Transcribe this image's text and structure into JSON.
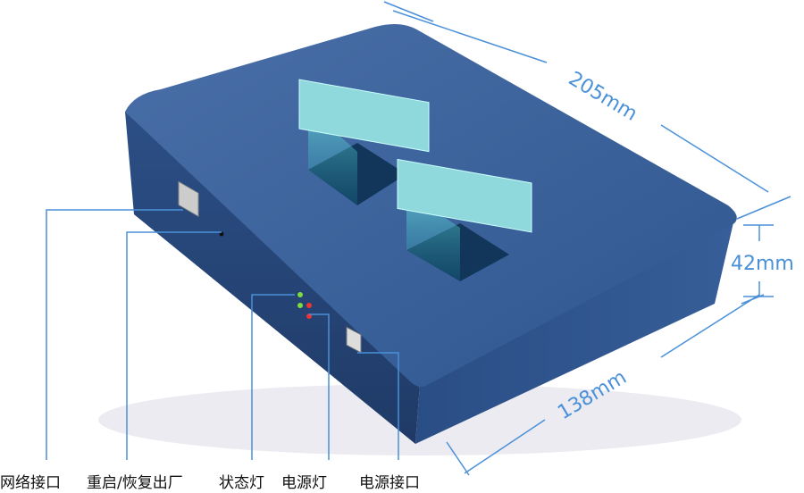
{
  "dimensions": {
    "length": "205mm",
    "height": "42mm",
    "width": "138mm"
  },
  "callouts": [
    "网络接口",
    "重启/恢复出厂",
    "状态灯",
    "电源灯",
    "电源接口"
  ],
  "colors": {
    "accent": "#4a90d9",
    "device_top": "#3b5f95",
    "device_side": "#2a4a7e",
    "chip": "#6fe3e0"
  }
}
